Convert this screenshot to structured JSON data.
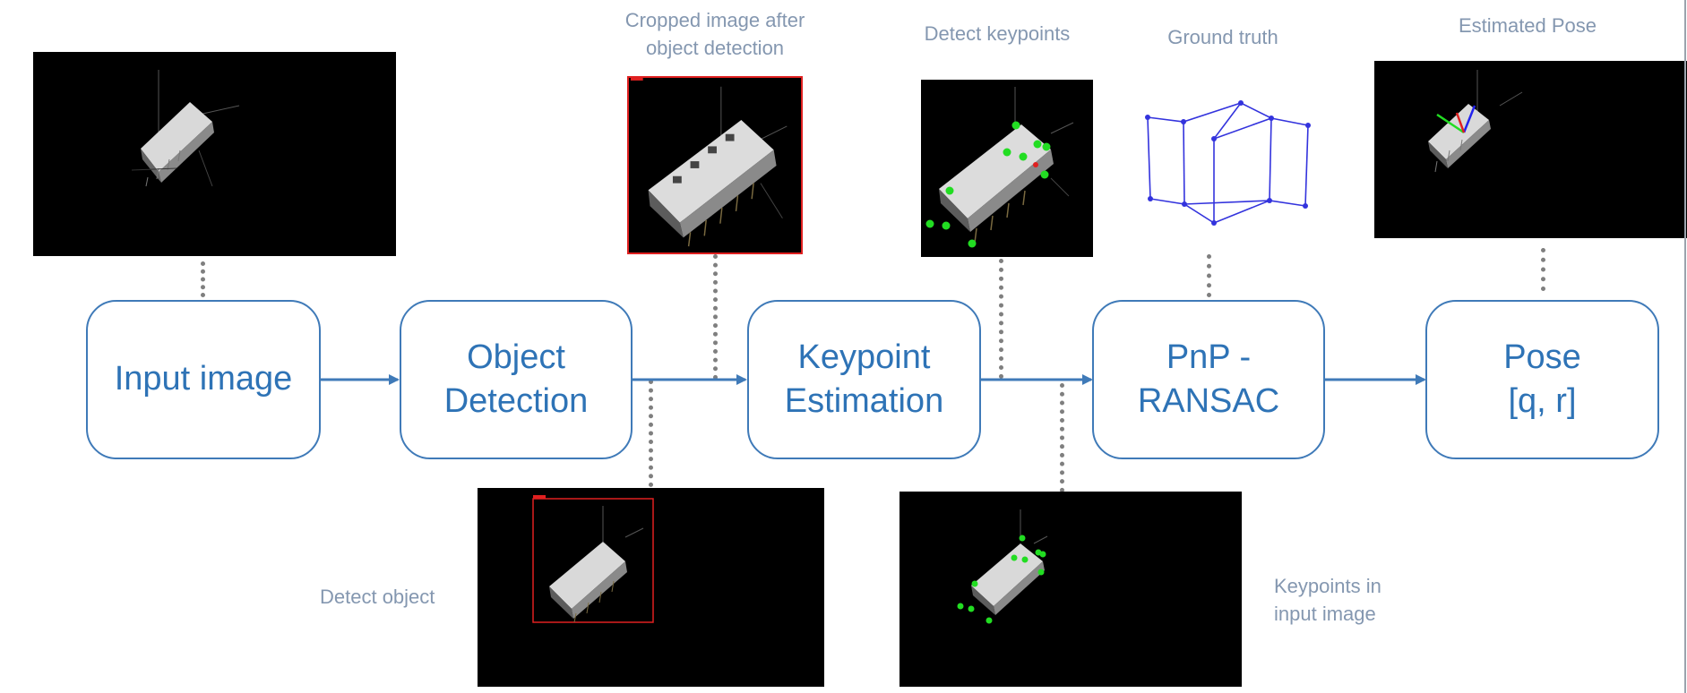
{
  "diagram": {
    "nodes": [
      {
        "id": "input",
        "lines": [
          "Input image"
        ]
      },
      {
        "id": "detection",
        "lines": [
          "Object",
          "Detection"
        ]
      },
      {
        "id": "keypoint",
        "lines": [
          "Keypoint",
          "Estimation"
        ]
      },
      {
        "id": "pnp",
        "lines": [
          "PnP -",
          "RANSAC"
        ]
      },
      {
        "id": "pose",
        "lines": [
          "Pose",
          "[q, r]"
        ]
      }
    ],
    "captions": {
      "cropped": [
        "Cropped image  after",
        "object detection"
      ],
      "detect_keypoints": "Detect keypoints",
      "ground_truth": "Ground truth",
      "estimated_pose": "Estimated Pose",
      "detect_object": "Detect object",
      "keypoints_input": [
        "Keypoints in",
        "input image"
      ]
    },
    "colors": {
      "box_border": "#3f7ab8",
      "box_text": "#2e73b6",
      "caption_text": "#8497b0",
      "arrow": "#3f7ab8",
      "connector": "#7f7f7f",
      "bbox": "#e02020",
      "keypoint": "#22dd22",
      "wireframe": "#3333dd"
    }
  }
}
